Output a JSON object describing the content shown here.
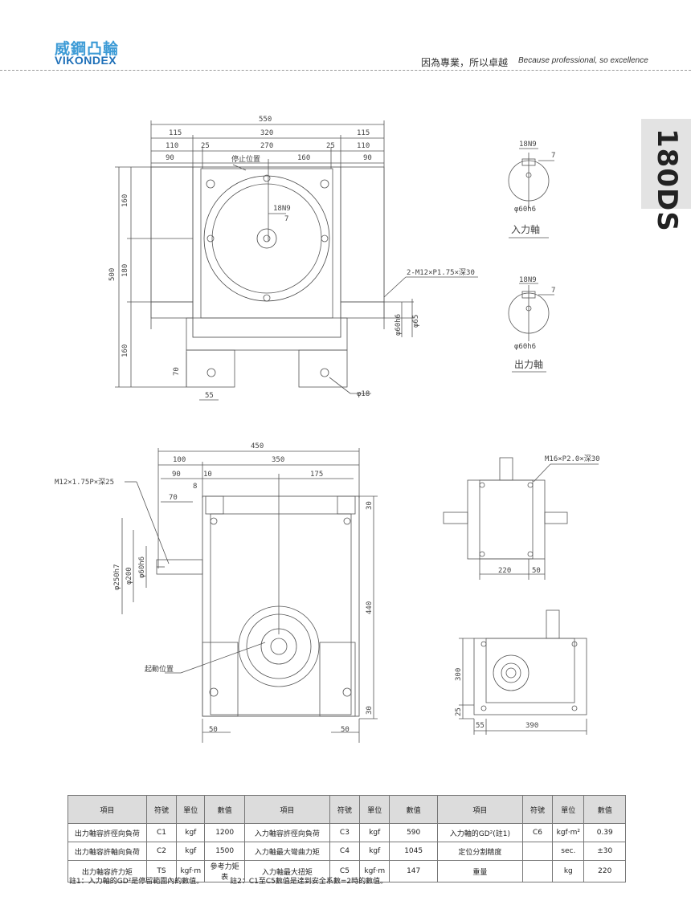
{
  "header": {
    "logo_cn": "威鋼凸輪",
    "logo_en": "VIKONDEX",
    "slogan_cn": "因為專業，所以卓越",
    "slogan_en": "Because professional, so excellence"
  },
  "model": "180DS",
  "drawing": {
    "top_view": {
      "dims_top": [
        "550",
        "115",
        "320",
        "115",
        "110",
        "25",
        "270",
        "25",
        "110",
        "90",
        "160",
        "90"
      ],
      "stop_label": "停止位置",
      "key_label": "18N9",
      "key_depth": "7",
      "dims_left": [
        "500",
        "160",
        "180",
        "160",
        "70"
      ],
      "dims_bottom": "55",
      "hole_dia": "φ18",
      "thread_label": "2-M12×P1.75×深30",
      "shaft_dia": "φ60h6",
      "shaft_dia2": "φ65"
    },
    "input_shaft": {
      "key": "18N9",
      "depth": "7",
      "dia": "φ60h6",
      "label": "入力軸"
    },
    "output_shaft": {
      "key": "18N9",
      "depth": "7",
      "dia": "φ60h6",
      "label": "出力軸"
    },
    "front_view": {
      "dims_top": [
        "450",
        "100",
        "350",
        "90",
        "10",
        "175",
        "8",
        "70"
      ],
      "thread_label": "M12×1.75P×深25",
      "dias": [
        "φ250h7",
        "φ200",
        "φ60h6"
      ],
      "dims_right": [
        "30",
        "440",
        "30"
      ],
      "dims_bottom": [
        "50",
        "50"
      ],
      "start_label": "起動位置"
    },
    "side_view_1": {
      "thread_label": "M16×P2.0×深30",
      "dims": [
        "220",
        "50"
      ]
    },
    "side_view_2": {
      "dims": [
        "300",
        "25",
        "55",
        "390"
      ]
    }
  },
  "table": {
    "headers": [
      "項目",
      "符號",
      "單位",
      "數值",
      "項目",
      "符號",
      "單位",
      "數值",
      "項目",
      "符號",
      "單位",
      "數值"
    ],
    "rows": [
      [
        "出力軸容許徑向負荷",
        "C1",
        "kgf",
        "1200",
        "入力軸容許徑向負荷",
        "C3",
        "kgf",
        "590",
        "入力軸的GD²(註1)",
        "C6",
        "kgf·m²",
        "0.39"
      ],
      [
        "出力軸容許軸向負荷",
        "C2",
        "kgf",
        "1500",
        "入力軸最大彎曲力矩",
        "C4",
        "kgf",
        "1045",
        "定位分割精度",
        "",
        "sec.",
        "±30"
      ],
      [
        "出力軸容許力矩",
        "TS",
        "kgf·m",
        "參考力矩表",
        "入力軸最大扭矩",
        "C5",
        "kgf·m",
        "147",
        "重量",
        "",
        "kg",
        "220"
      ]
    ]
  },
  "notes": [
    "註1：入力軸的GD²是停留範圍內的數值。",
    "註2：C1至C5數值是達到安全系數=2時的數值。"
  ]
}
